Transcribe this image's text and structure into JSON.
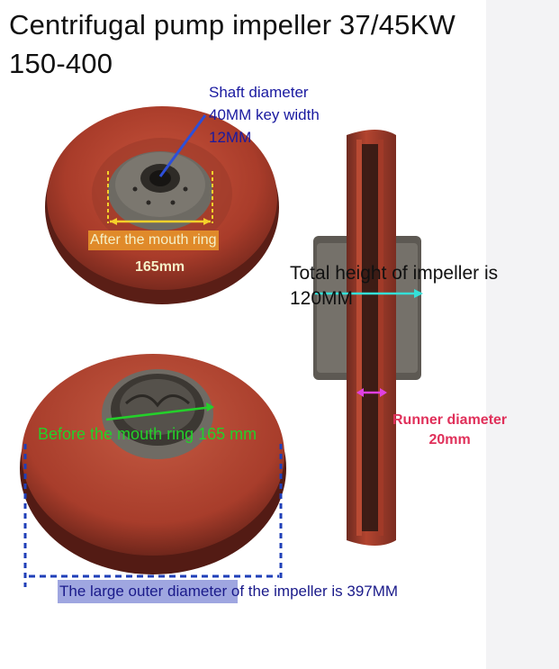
{
  "title": {
    "line1": "Centrifugal pump impeller 37/45KW",
    "line2": "150-400"
  },
  "annotations": {
    "shaft": {
      "line1": "Shaft diameter",
      "line2": "40MM key width",
      "line3": "12MM"
    },
    "after_mouth_ring": {
      "label": "After the mouth ring",
      "value": "165mm"
    },
    "total_height": {
      "line1": "Total height of impeller is",
      "line2": "120MM"
    },
    "runner": {
      "line1": "Runner diameter",
      "line2": "20mm"
    },
    "before_mouth_ring": {
      "label": "Before the mouth ring 165 mm"
    },
    "outer_diameter": {
      "label": "The large outer diameter of the impeller is 397MM"
    }
  },
  "colors": {
    "impeller": "#b5412f",
    "impeller_dark": "#7a2a1e",
    "hub_metal": "#6d6a63",
    "shaft_line": "#2d4fd8",
    "mouth_ring_line": "#f5d12a",
    "height_arrow": "#34e0d8",
    "runner_arrow": "#e040e0",
    "before_line": "#24d02a",
    "outer_dash": "#1f3fb8"
  }
}
